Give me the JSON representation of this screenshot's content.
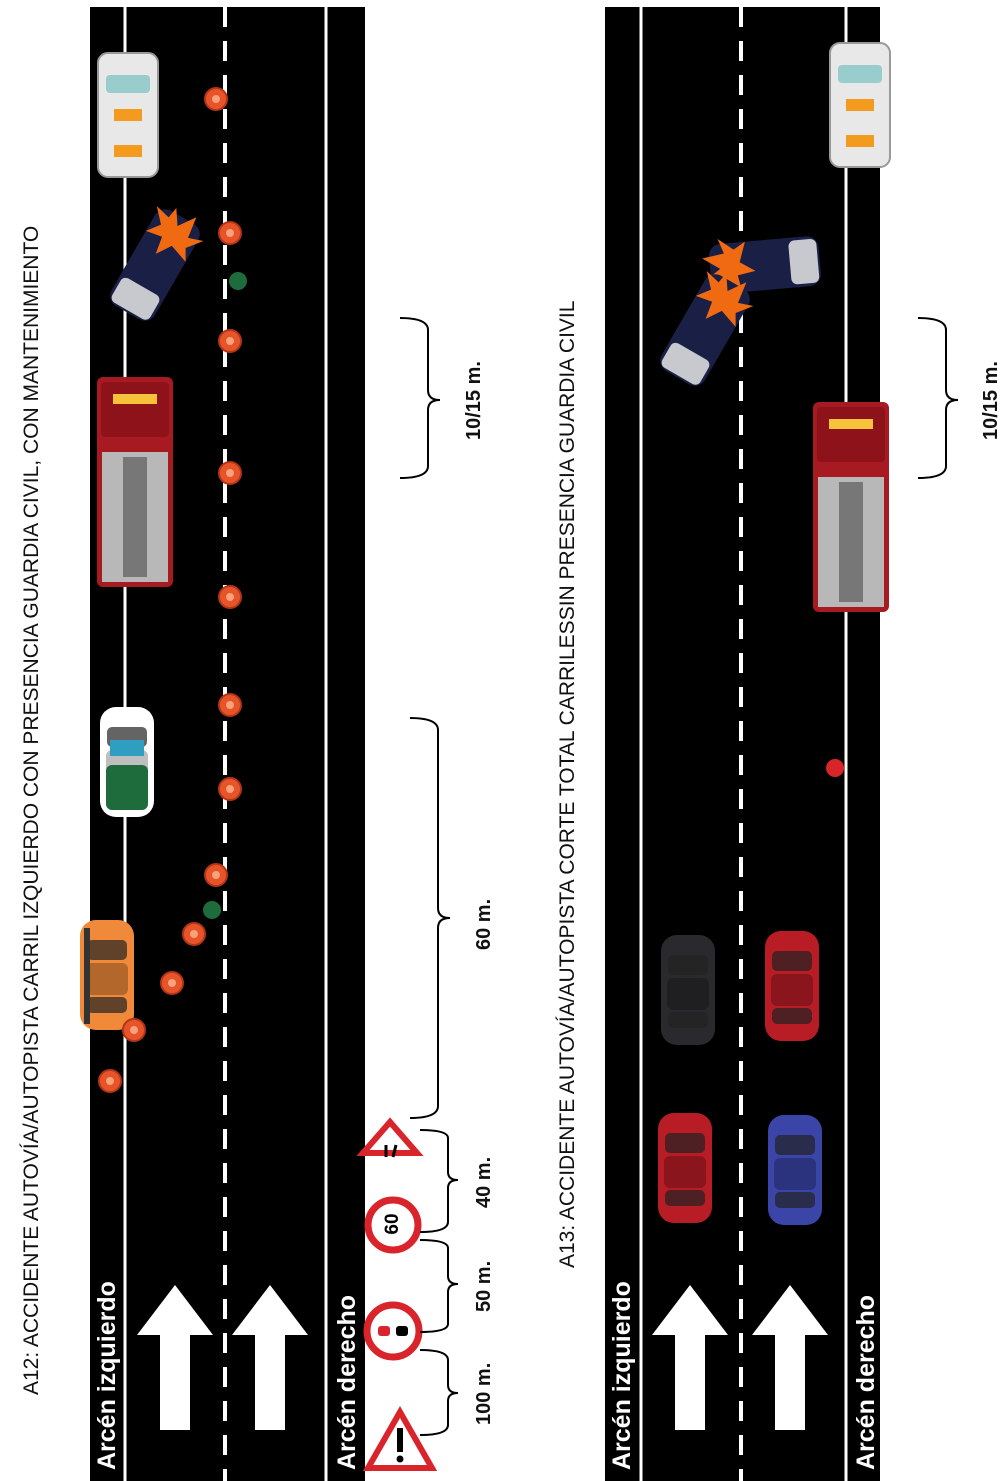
{
  "diagram_a12": {
    "title": "A12: ACCIDENTE AUTOVÍA/AUTOPISTA CARRIL IZQUIERDO CON PRESENCIA GUARDIA CIVIL, CON MANTENIMIENTO",
    "left_shoulder": "Arcén izquierdo",
    "right_shoulder": "Arcén derecho",
    "speed_limit": "60",
    "distances": [
      "10/15 m.",
      "60 m.",
      "40 m.",
      "50 m.",
      "100 m."
    ]
  },
  "diagram_a13": {
    "title": "A13: ACCIDENTE AUTOVÍA/AUTOPISTA CORTE TOTAL CARRILESSIN PRESENCIA GUARDIA CIVIL",
    "left_shoulder": "Arcén izquierdo",
    "right_shoulder": "Arcén derecho",
    "distances": [
      "10/15 m."
    ]
  },
  "colors": {
    "road": "#000000",
    "cone": "#e8542a",
    "fire_truck": "#a81a22",
    "guardia_civil": "#1e6b3c",
    "sign_red": "#d8242a"
  }
}
